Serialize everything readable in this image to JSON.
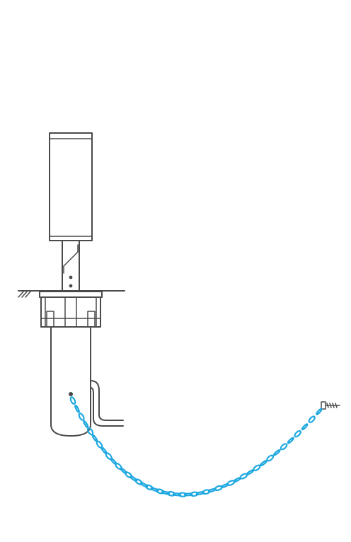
{
  "diagram": {
    "subject": "pipe-in-ground",
    "colors": {
      "outline": "#4a4a4a",
      "chain": "#1fa8e0",
      "background": "#ffffff"
    },
    "chain": {
      "link_count": 44
    },
    "icons": [
      "post-cap",
      "sleeve",
      "ground-socket",
      "drain-pipe",
      "chain",
      "screw-anchor"
    ]
  }
}
